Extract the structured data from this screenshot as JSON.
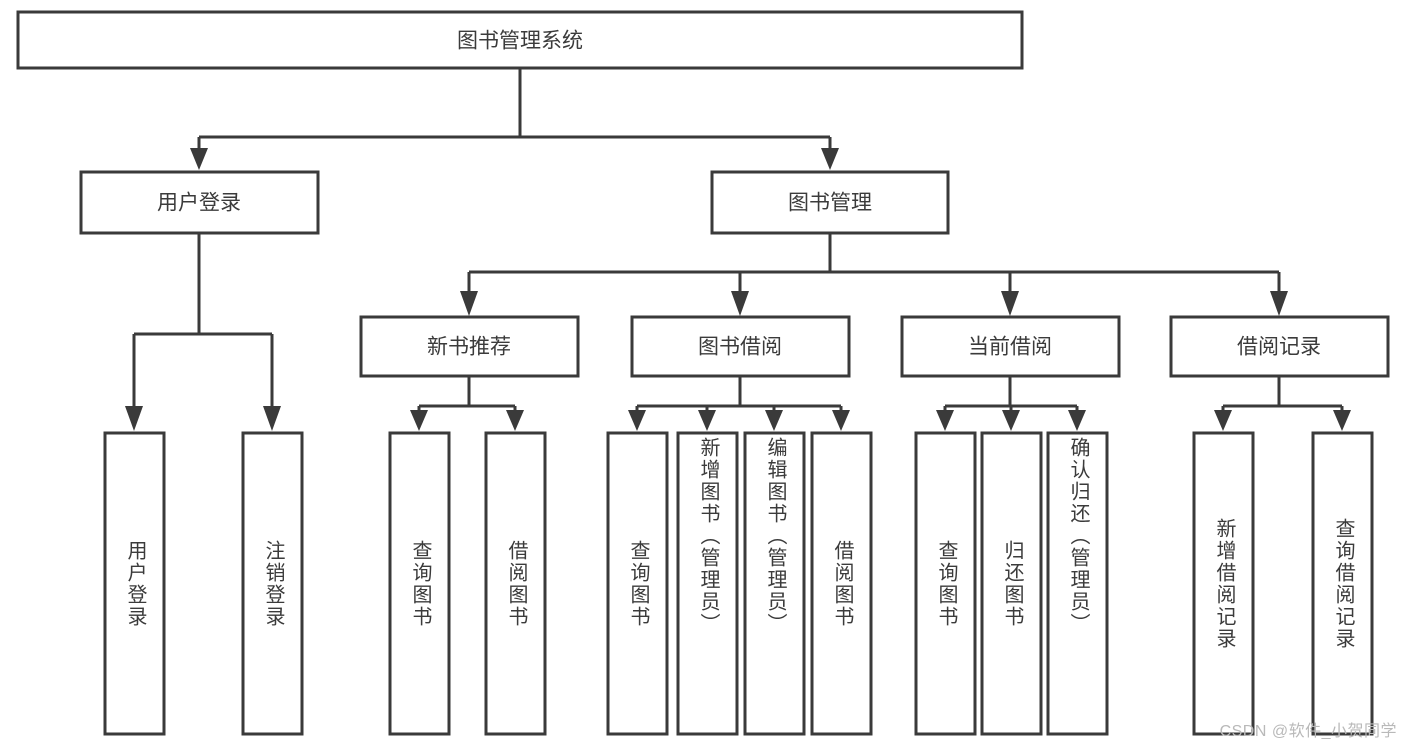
{
  "diagram": {
    "title": "图书管理系统",
    "type": "tree-hierarchy",
    "root": {
      "label": "图书管理系统"
    },
    "level2": [
      {
        "label": "用户登录"
      },
      {
        "label": "图书管理"
      }
    ],
    "level3": [
      {
        "label": "新书推荐"
      },
      {
        "label": "图书借阅"
      },
      {
        "label": "当前借阅"
      },
      {
        "label": "借阅记录"
      }
    ],
    "leaves": {
      "user_login": [
        {
          "label": "用户登录"
        },
        {
          "label": "注销登录"
        }
      ],
      "new_book_recommend": [
        {
          "label": "查询图书"
        },
        {
          "label": "借阅图书"
        }
      ],
      "book_borrow": [
        {
          "label": "查询图书"
        },
        {
          "label": "新增图书（管理员）"
        },
        {
          "label": "编辑图书（管理员）"
        },
        {
          "label": "借阅图书"
        }
      ],
      "current_borrow": [
        {
          "label": "查询图书"
        },
        {
          "label": "归还图书"
        },
        {
          "label": "确认归还（管理员）"
        }
      ],
      "borrow_record": [
        {
          "label": "新增借阅记录"
        },
        {
          "label": "查询借阅记录"
        }
      ]
    }
  },
  "watermark": {
    "text": "CSDN @软件_小贺同学"
  },
  "colors": {
    "stroke": "#3a3a3a",
    "box_fill": "#ffffff",
    "text": "#3b3b3b",
    "watermark": "#b9b9b9",
    "background": "#ffffff"
  }
}
